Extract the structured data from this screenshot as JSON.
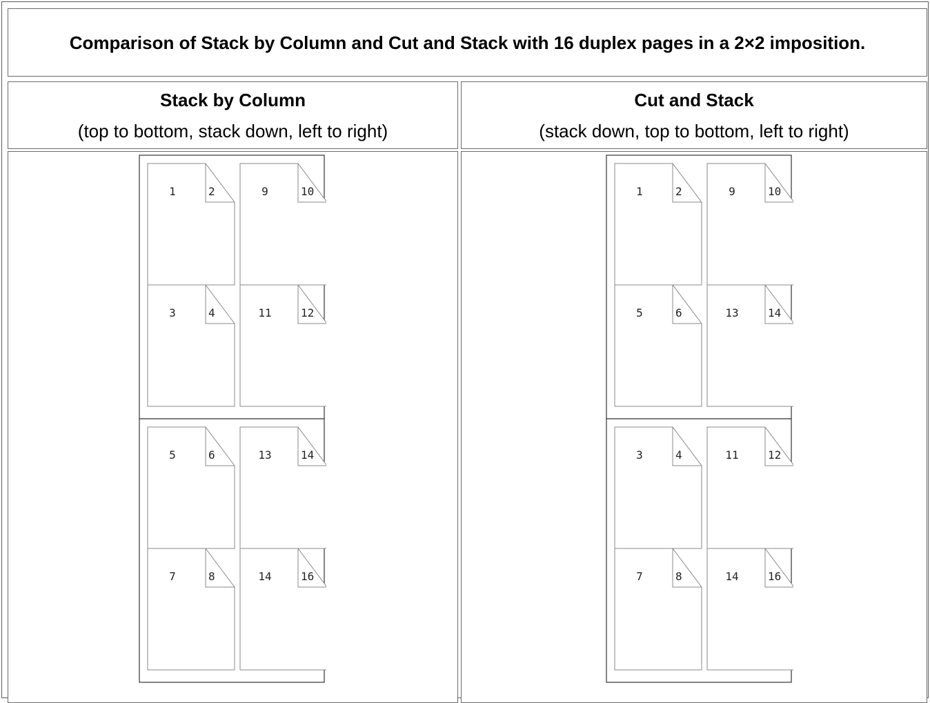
{
  "caption": "Comparison of Stack by Column and Cut and Stack with 16 duplex pages in a 2×2 imposition.",
  "columns": [
    {
      "title": "Stack by Column",
      "subtitle": "(top to bottom, stack down, left to right)",
      "sheets": [
        [
          [
            "1",
            "2"
          ],
          [
            "9",
            "10"
          ],
          [
            "3",
            "4"
          ],
          [
            "11",
            "12"
          ]
        ],
        [
          [
            "5",
            "6"
          ],
          [
            "13",
            "14"
          ],
          [
            "7",
            "8"
          ],
          [
            "14",
            "16"
          ]
        ]
      ]
    },
    {
      "title": "Cut and Stack",
      "subtitle": "(stack down, top to bottom, left to right)",
      "sheets": [
        [
          [
            "1",
            "2"
          ],
          [
            "9",
            "10"
          ],
          [
            "5",
            "6"
          ],
          [
            "13",
            "14"
          ]
        ],
        [
          [
            "3",
            "4"
          ],
          [
            "11",
            "12"
          ],
          [
            "7",
            "8"
          ],
          [
            "14",
            "16"
          ]
        ]
      ]
    }
  ],
  "colors": {
    "border": "#6a6a6a",
    "diagram_line": "#888888"
  }
}
